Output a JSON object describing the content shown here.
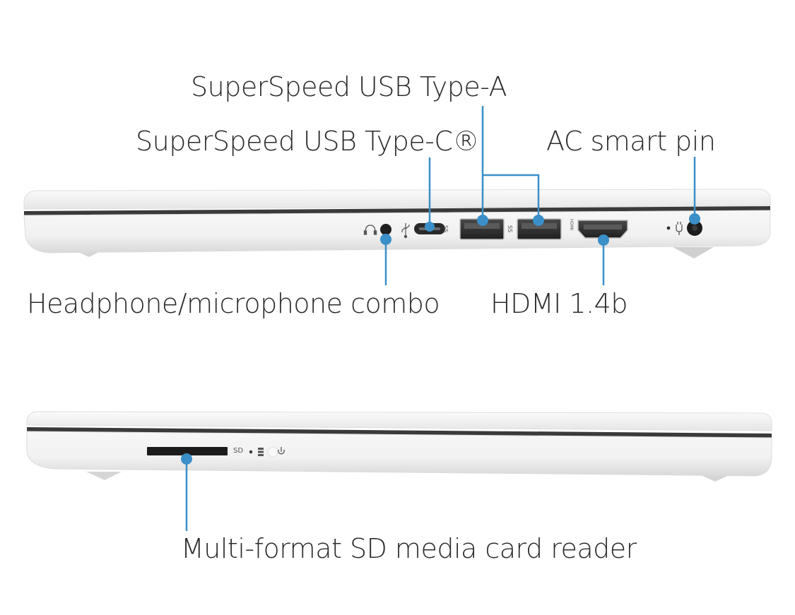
{
  "callouts": {
    "usb_a": "SuperSpeed USB Type-A",
    "usb_c": "SuperSpeed USB Type-C®",
    "ac_pin": "AC smart pin",
    "headphone": "Headphone/microphone combo",
    "hdmi": "HDMI 1.4b",
    "sd_reader": "Multi-format SD media card reader"
  },
  "port_markings": {
    "ss_a1": "SS",
    "ss_a2": "SS",
    "hdmi_logo": "HDMI",
    "sd_text": "SD"
  },
  "icons": {
    "headphone": "headphone-icon",
    "usb": "usb-icon",
    "power_plug": "power-plug-icon",
    "storage": "storage-activity-icon",
    "power": "power-icon"
  },
  "colors": {
    "callout": "#3a8fc8",
    "chassis": "#f4f4f4",
    "chassis_edge": "#dcdcdc",
    "seam": "#3a3a3a",
    "port": "#2c2c2c",
    "text": "#2b2b2b"
  }
}
